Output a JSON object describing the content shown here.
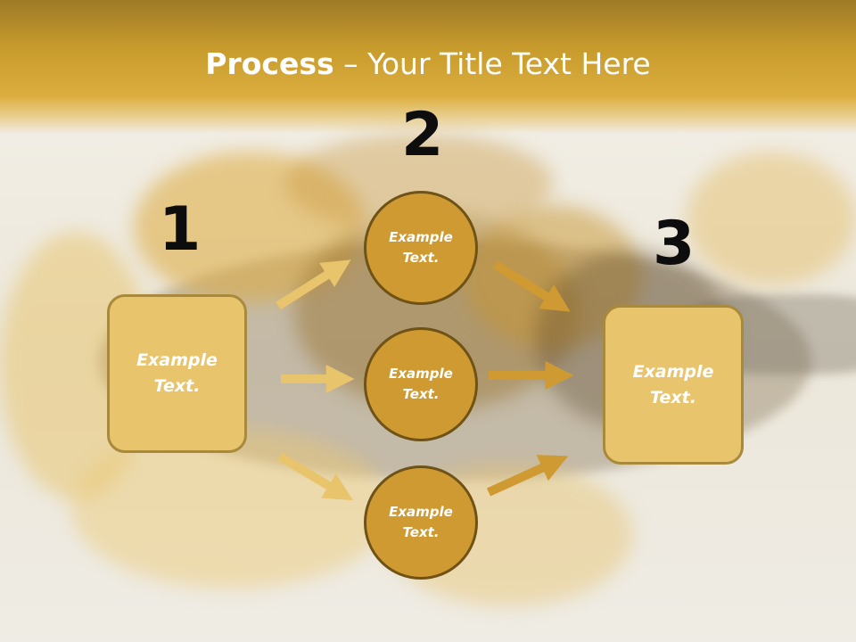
{
  "title": {
    "bold": "Process",
    "rest": " – Your Title Text Here"
  },
  "steps": {
    "one": "1",
    "two": "2",
    "three": "3"
  },
  "left_box": {
    "text": "Example Text."
  },
  "right_box": {
    "text": "Example Text."
  },
  "circles": [
    {
      "text": "Example Text."
    },
    {
      "text": "Example Text."
    },
    {
      "text": "Example Text."
    }
  ],
  "colors": {
    "header": "#c79a2c",
    "box_fill": "#e8c46d",
    "circle_fill": "#cf9a32",
    "circle_border": "#6e5216",
    "arrow_light": "#e8c46d",
    "arrow_dark": "#cf9a32"
  }
}
